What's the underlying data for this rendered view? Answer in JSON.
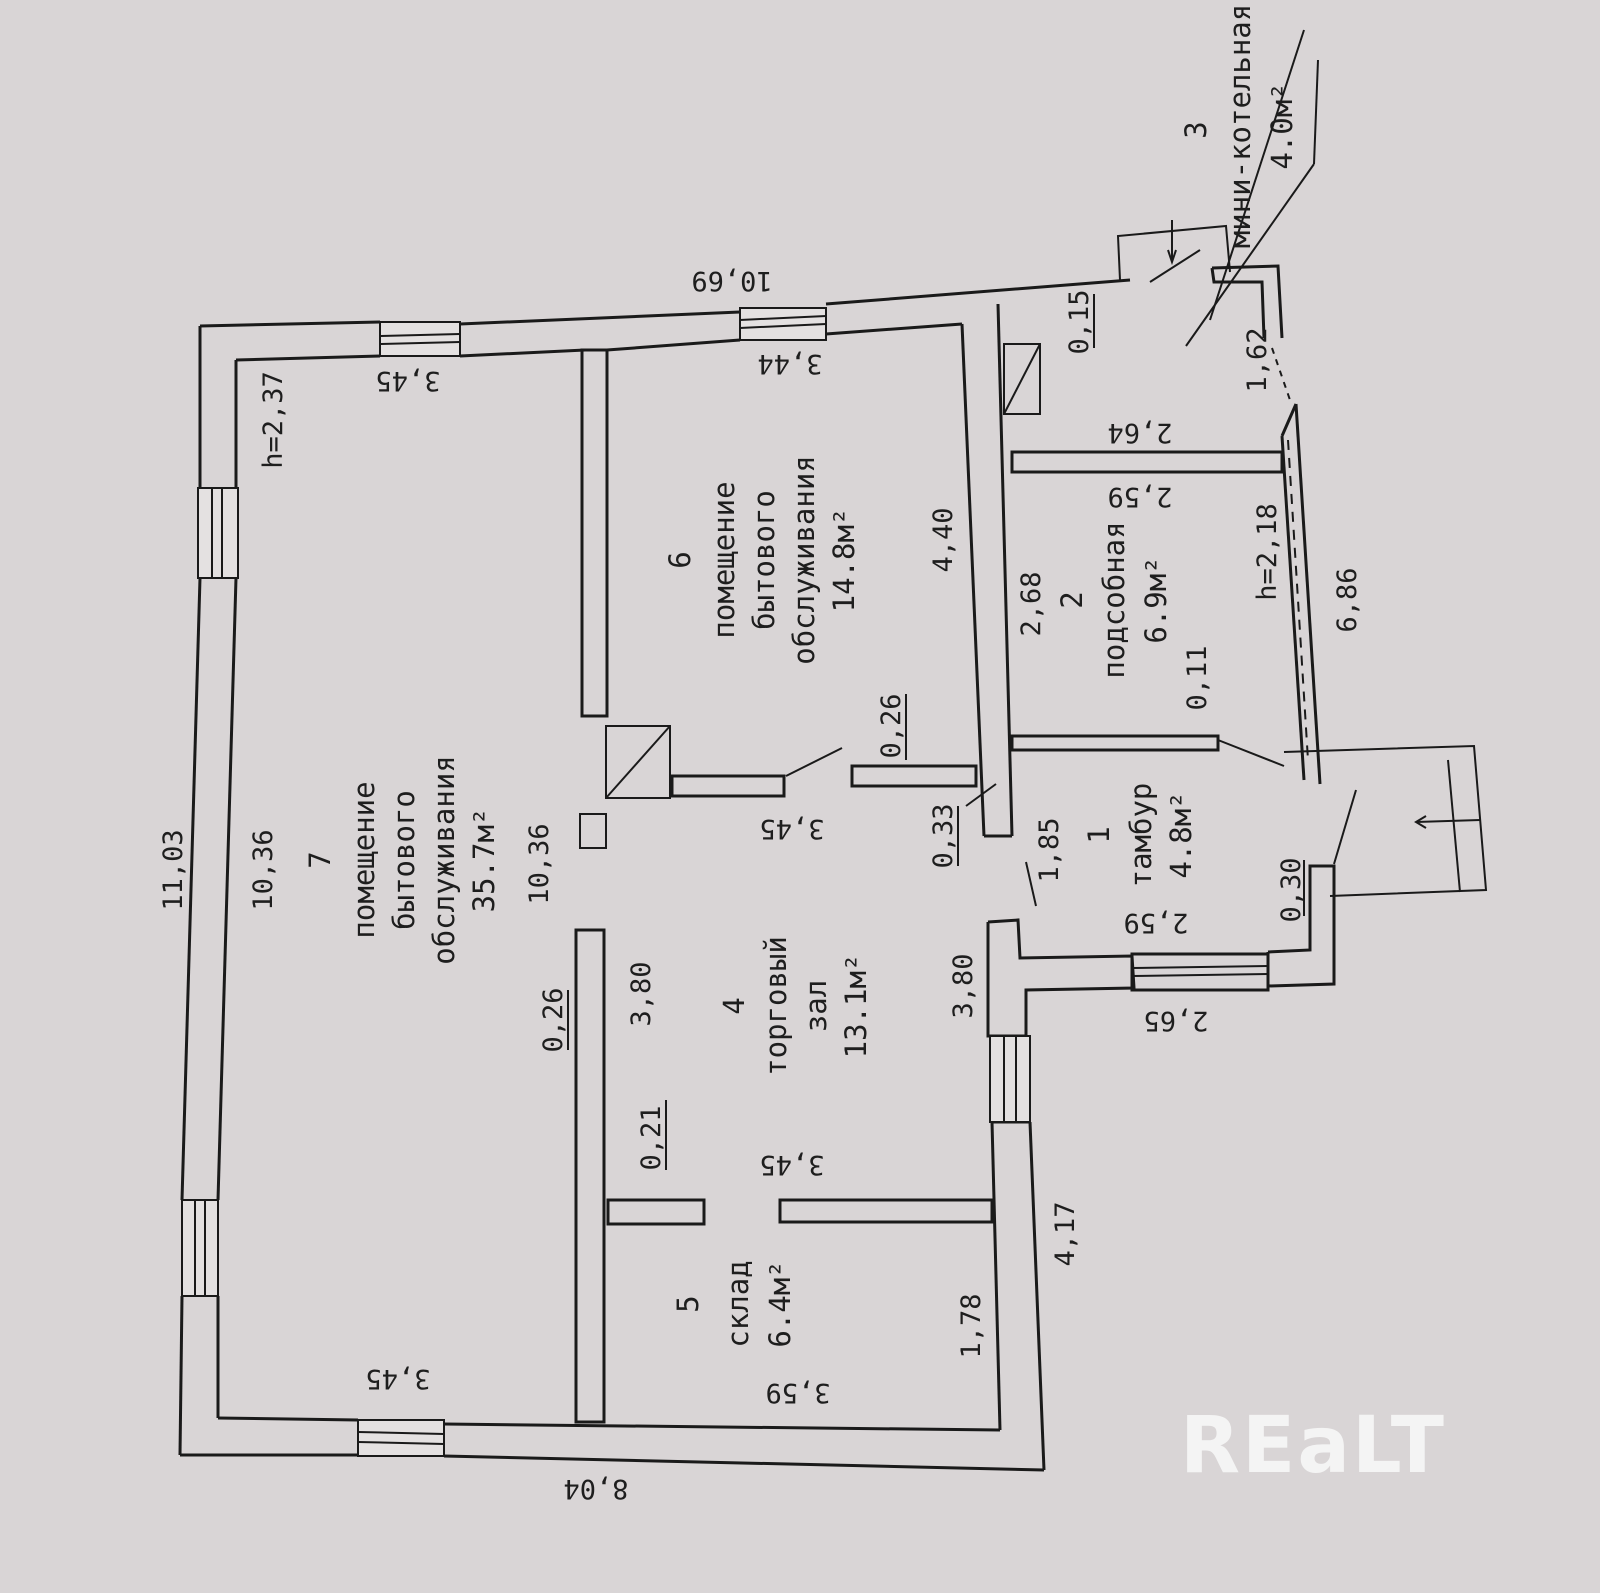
{
  "rooms": [
    {
      "id": "7",
      "lines": [
        "помещение",
        "бытового",
        "обслуживания",
        "35.7м²"
      ]
    },
    {
      "id": "6",
      "lines": [
        "помещение",
        "бытового",
        "обслуживания",
        "14.8м²"
      ]
    },
    {
      "id": "4",
      "lines": [
        "торговый",
        "зал",
        "13.1м²"
      ]
    },
    {
      "id": "5",
      "lines": [
        "склад",
        "6.4м²"
      ]
    },
    {
      "id": "1",
      "lines": [
        "тамбур",
        "4.8м²"
      ]
    },
    {
      "id": "2",
      "lines": [
        "подсобная",
        "6.9м²"
      ]
    },
    {
      "id": "3",
      "lines": [
        "мини-котельная",
        "4.0м²"
      ]
    }
  ],
  "dimensions": {
    "overall_top": "10,69",
    "overall_left": "11,03",
    "overall_bottom": "8,04",
    "right_wall": "6,86",
    "right_lower": "4,17",
    "r7_length_a": "10,36",
    "r7_length_b": "10,36",
    "r7_height": "h=2,37",
    "r7_width_top": "3,45",
    "r7_width_bottom": "3,45",
    "r6_width": "3,44",
    "r6_length": "4,40",
    "partition_a": "0,26",
    "partition_b": "0,26",
    "r4_width_top": "3,45",
    "r4_width_bottom": "3,45",
    "r4_length_a": "3,80",
    "r4_length_b": "3,80",
    "r5_partition": "0,21",
    "r5_length": "1,78",
    "r5_width": "3,59",
    "wall_033": "0,33",
    "r1_length": "1,85",
    "r1_width": "2,59",
    "door_030": "0,30",
    "entry_width": "2,65",
    "r2_length": "2,68",
    "r2_width": "2,59",
    "r2_height": "h=2,18",
    "r2_partition": "0,11",
    "r3_width": "2,64",
    "r3_length": "1,62",
    "r3_partition": "0,15"
  },
  "watermark": "REaLT"
}
